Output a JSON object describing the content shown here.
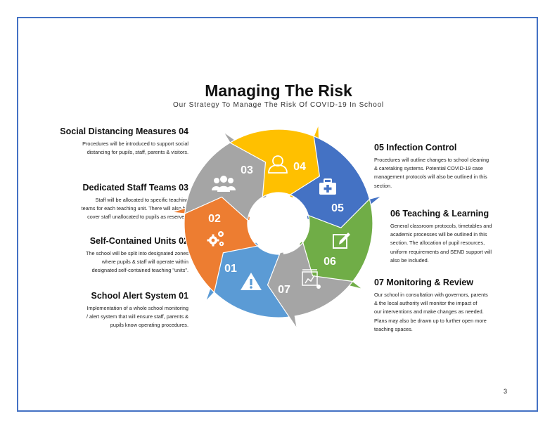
{
  "title": "Managing The Risk",
  "subtitle": "Our Strategy To Manage The Risk Of COVID-19 In School",
  "colors": {
    "frame": "#4472c4",
    "seg01": "#5b9bd5",
    "seg02": "#ed7d31",
    "seg03": "#a5a5a5",
    "seg04": "#ffc000",
    "seg05": "#4472c4",
    "seg06": "#70ad47",
    "seg07": "#a5a5a5"
  },
  "segments": [
    {
      "number": "01",
      "icon": "warning-icon"
    },
    {
      "number": "02",
      "icon": "gears-icon"
    },
    {
      "number": "03",
      "icon": "group-icon"
    },
    {
      "number": "04",
      "icon": "user-icon"
    },
    {
      "number": "05",
      "icon": "first-aid-kit-icon"
    },
    {
      "number": "06",
      "icon": "edit-icon"
    },
    {
      "number": "07",
      "icon": "presentation-icon"
    }
  ],
  "items": {
    "social_distancing": {
      "heading": "Social Distancing Measures  04",
      "lines": [
        "Procedures will be introduced to support social",
        "distancing for pupils, staff, parents & visitors."
      ]
    },
    "staff_teams": {
      "heading": "Dedicated  Staff Teams 03",
      "lines": [
        "Staff will be allocated to specific teaching",
        "teams for each teaching unit.  There will also be",
        "cover staff unallocated to pupils as reserves."
      ]
    },
    "self_contained": {
      "heading": "Self-Contained Units 02",
      "lines": [
        "The school will be split into designated zones",
        "where  pupils & staff will operate within",
        "designated self-contained teaching \"units\"."
      ]
    },
    "alert_system": {
      "heading": "School Alert System 01",
      "lines": [
        "Implementation of a whole school monitoring",
        "/ alert system that will ensure staff, parents &",
        "pupils know operating procedures."
      ]
    },
    "infection_control": {
      "heading": "05 Infection Control",
      "lines": [
        "Procedures will outline changes to school cleaning",
        "& caretaking systems. Potential COVID-19 case",
        "management protocols will also be outlined in this",
        "section."
      ]
    },
    "teaching_learning": {
      "heading": "06 Teaching & Learning",
      "lines": [
        "General classroom protocols, timetables and",
        "academic processes will be outlined in this",
        "section. The allocation of pupil resources,",
        "uniform requirements  and SEND support will",
        "also be included."
      ]
    },
    "monitoring_review": {
      "heading": "07 Monitoring & Review",
      "lines": [
        "Our school in consultation with governors, parents",
        "& the local authority will monitor  the impact of",
        "our interventions and make changes as needed.",
        "Plans may also be drawn up to further open more",
        "teaching spaces."
      ]
    }
  },
  "page_number": "3"
}
